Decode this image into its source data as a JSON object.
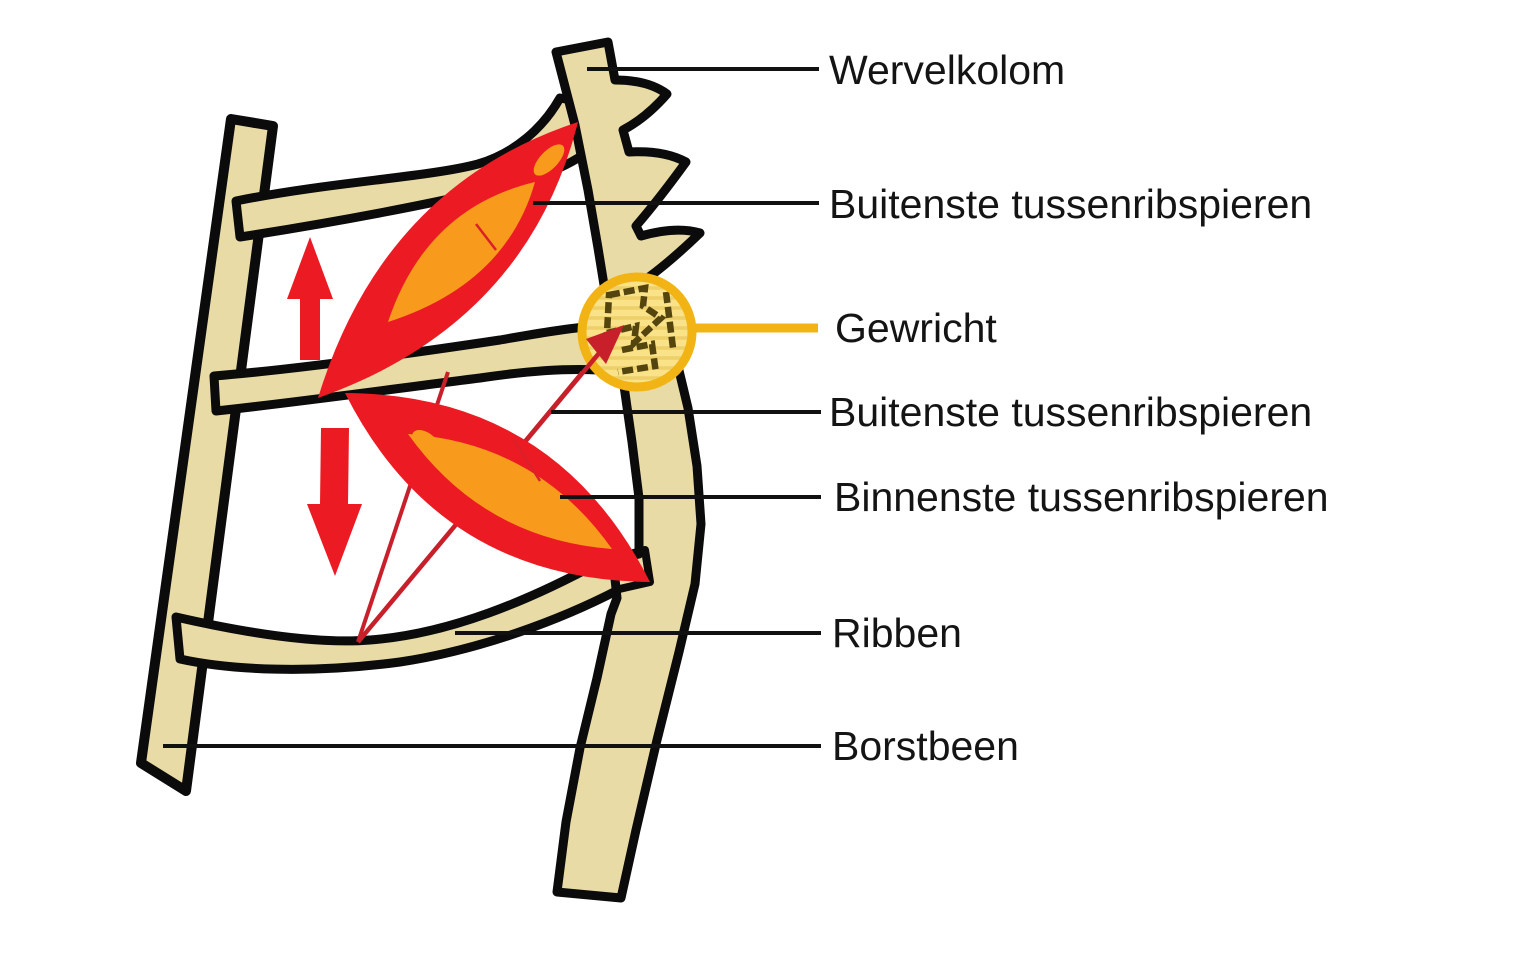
{
  "figure": {
    "labels": [
      {
        "text": "Wervelkolom"
      },
      {
        "text": "Buitenste tussenribspieren"
      },
      {
        "text": "Gewricht"
      },
      {
        "text": "Buitenste tussenribspieren"
      },
      {
        "text": "Binnenste tussenribspieren"
      },
      {
        "text": "Ribben"
      },
      {
        "text": "Borstbeen"
      }
    ],
    "icons": [
      "up-arrow-icon",
      "down-arrow-icon",
      "joint-highlight-circle"
    ],
    "colors": {
      "background": "#ffffff",
      "bone_tan": "#e9dba5",
      "bone_outline": "#0b0b0b",
      "muscle_red": "#ec1b23",
      "muscle_core_orange": "#f89b1c",
      "fan_line_red": "#c8202a",
      "joint_ring_gold": "#f2b414",
      "joint_fill_yellow": "#f9e288",
      "joint_hatch": "#eed06a",
      "joint_sketch_dark": "#54450f",
      "leader_line_black": "#111111",
      "label_text": "#141414"
    }
  }
}
